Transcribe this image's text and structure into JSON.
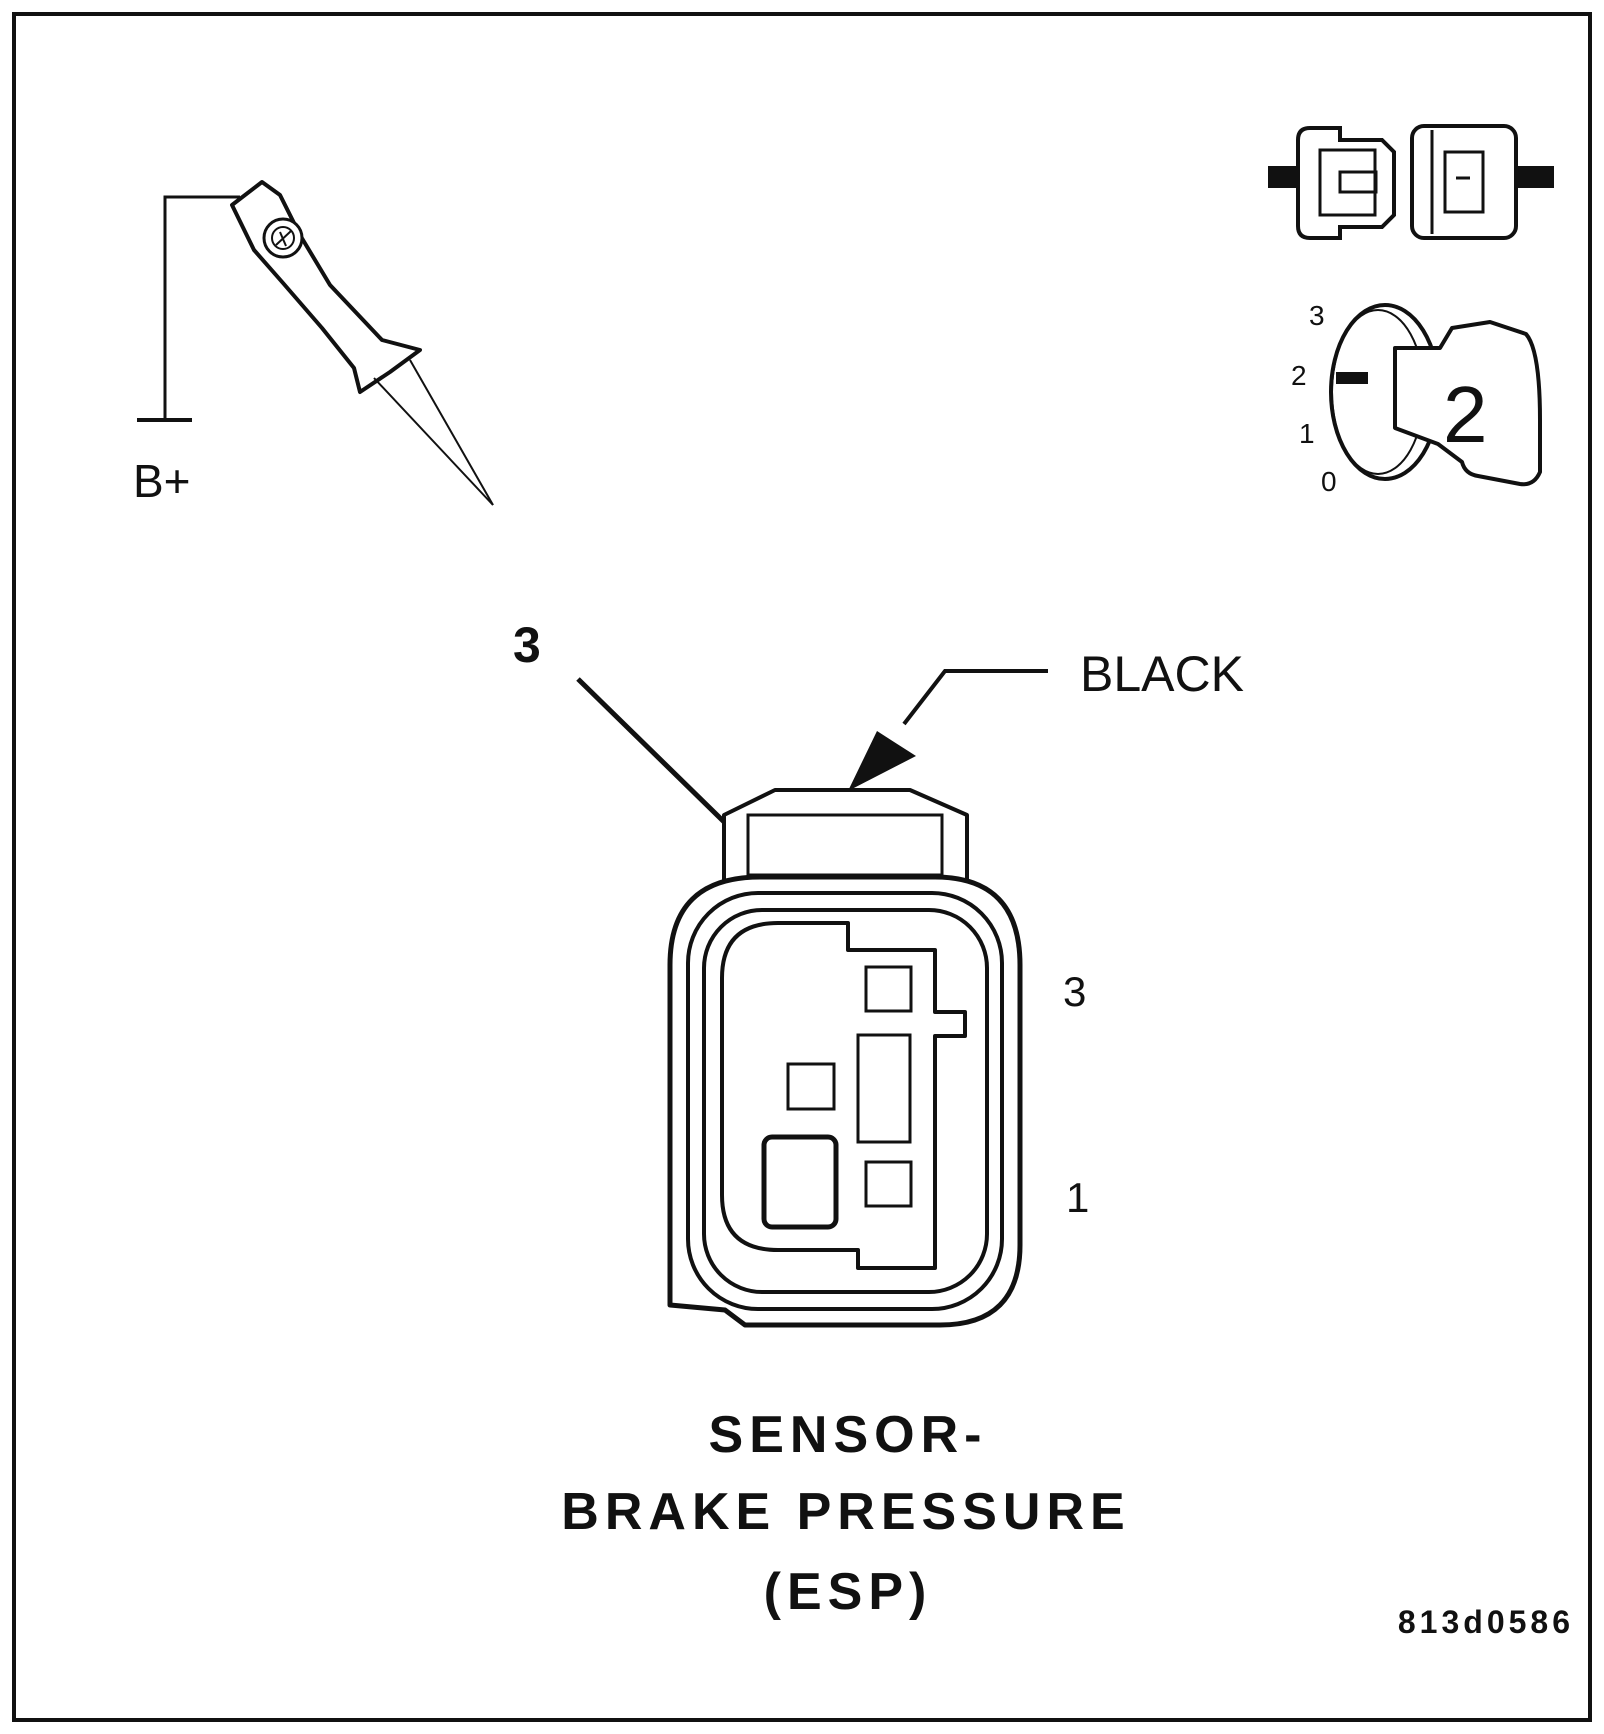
{
  "probe": {
    "supply_label": "B+"
  },
  "ignition": {
    "positions": [
      "3",
      "2",
      "1",
      "0"
    ],
    "key_position": "2"
  },
  "callout": {
    "number": "3"
  },
  "connector": {
    "color_label": "BLACK",
    "pin_label_top": "3",
    "pin_label_bottom": "1"
  },
  "title": {
    "line1": "SENSOR-",
    "line2": "BRAKE PRESSURE",
    "line3": "(ESP)"
  },
  "figure_id": "813d0586",
  "colors": {
    "ink": "#111111",
    "background": "#ffffff"
  }
}
